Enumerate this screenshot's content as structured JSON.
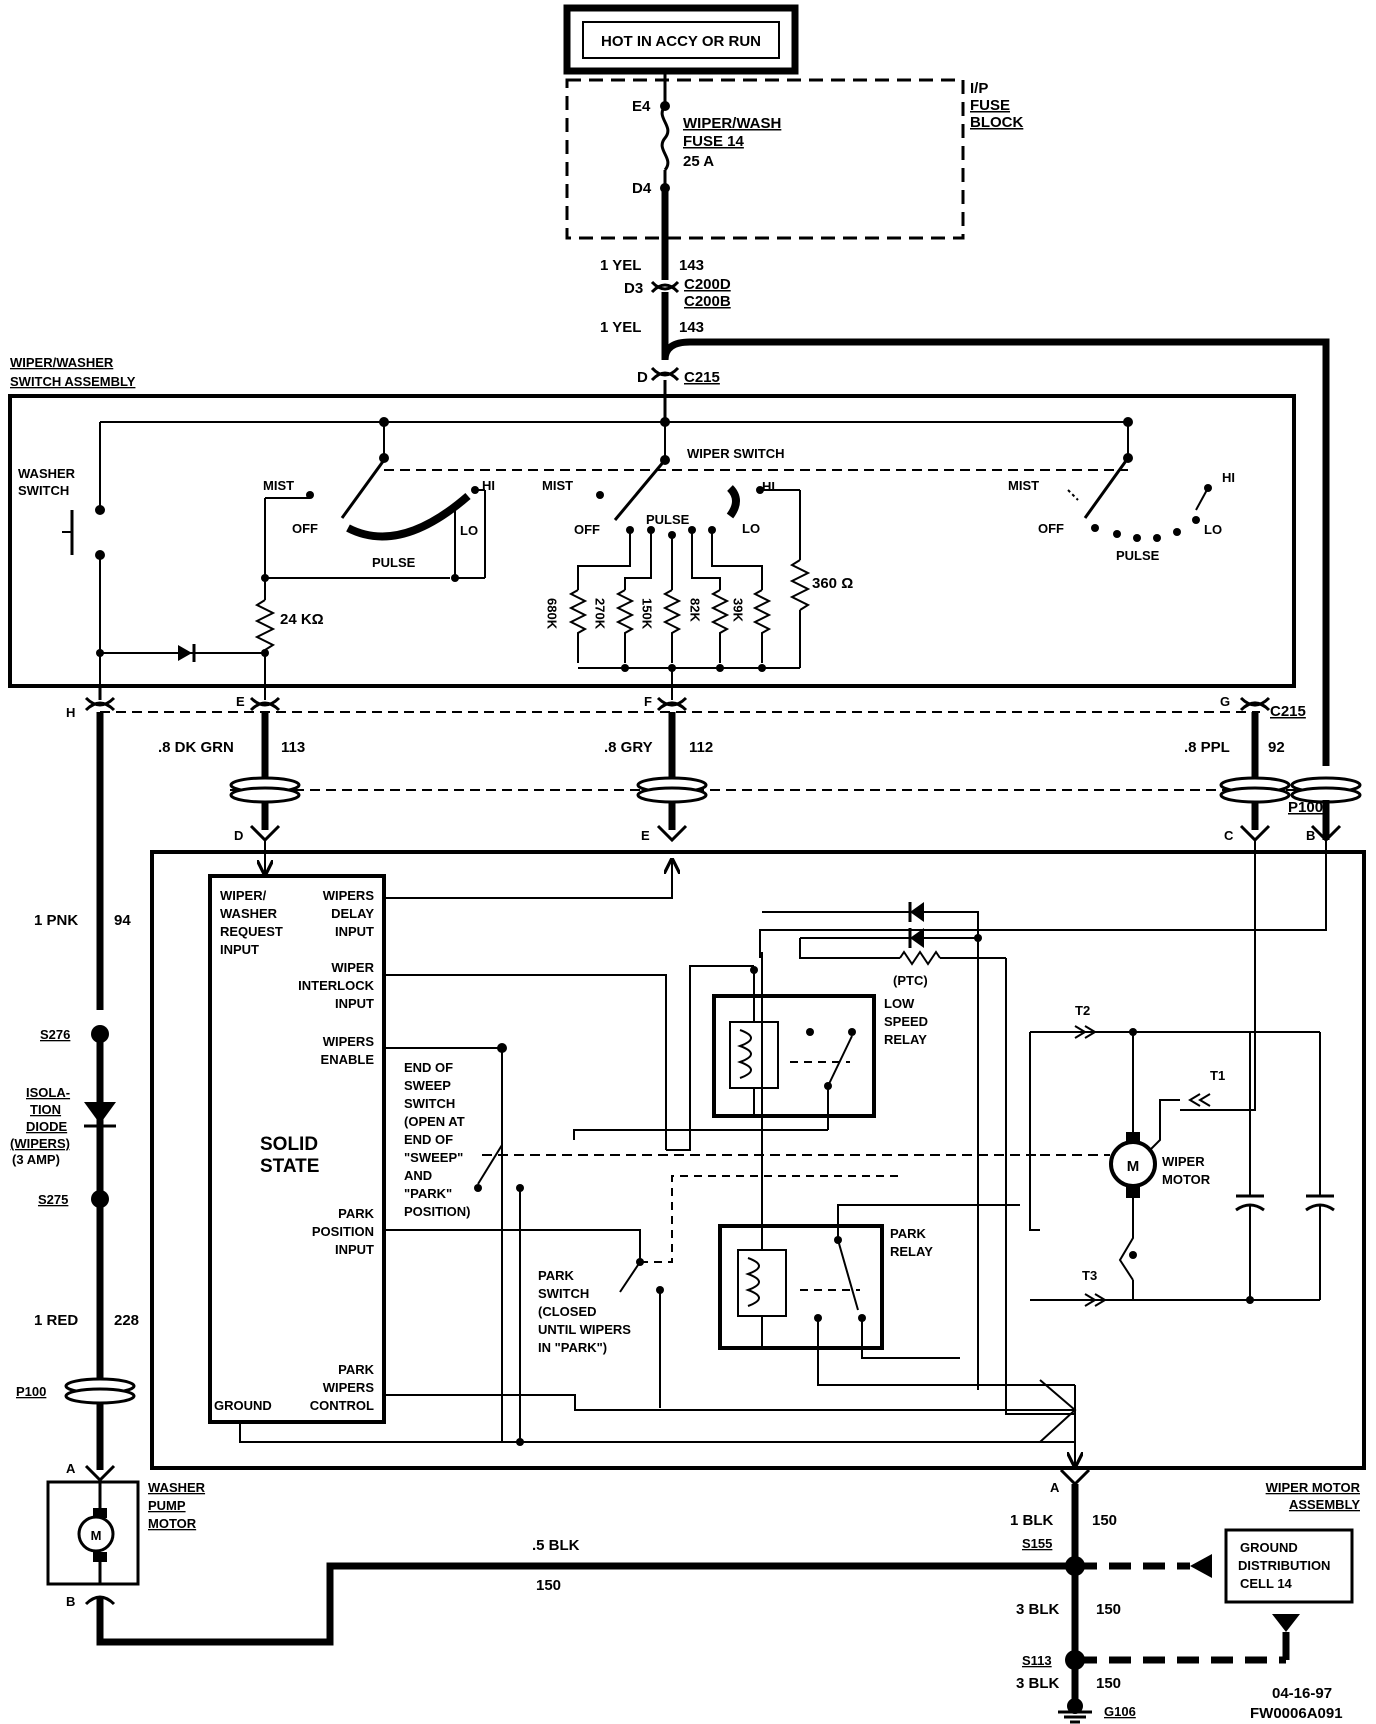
{
  "source": {
    "title": "HOT IN ACCY OR RUN"
  },
  "fuse_block": {
    "title": "I/P FUSE BLOCK",
    "terminal_in": "E4",
    "terminal_out": "D4",
    "fuse_line1": "WIPER/WASH",
    "fuse_line2": "FUSE 14",
    "fuse_rating": "25 A"
  },
  "feed": {
    "wire1": "1 YEL",
    "circuit1": "143",
    "connector_pin": "D3",
    "connector_a": "C200D",
    "connector_b": "C200B",
    "wire2": "1 YEL",
    "circuit2": "143"
  },
  "switch_assembly": {
    "title": "WIPER/WASHER SWITCH ASSEMBLY",
    "in_pin": "D",
    "in_connector": "C215",
    "washer_switch": "WASHER SWITCH",
    "wiper_switch": "WIPER SWITCH",
    "positions": {
      "mist": "MIST",
      "off": "OFF",
      "pulse": "PULSE",
      "lo": "LO",
      "hi": "HI"
    },
    "resistors": {
      "r24k": "24 KΩ",
      "r360": "360 Ω",
      "r680": "680K",
      "r270": "270K",
      "r150": "150K",
      "r82": "82K",
      "r39": "39K"
    }
  },
  "switch_outputs": [
    {
      "pin": "H",
      "wire": "1 PNK",
      "circuit": "94"
    },
    {
      "pin": "E",
      "wire": ".8 DK GRN",
      "circuit": "113",
      "motor_pin": "D"
    },
    {
      "pin": "F",
      "wire": ".8 GRY",
      "circuit": "112",
      "motor_pin": "E"
    },
    {
      "pin": "G",
      "wire": ".8 PPL",
      "circuit": "92",
      "motor_pin": "C",
      "connector": "C215"
    },
    {
      "motor_pin": "B",
      "connector": "P100"
    }
  ],
  "washer_circuit": {
    "splice1": "S276",
    "diode1": "ISOLA-",
    "diode2": "TION",
    "diode3": "DIODE",
    "diode4": "(WIPERS)",
    "diode5": "(3 AMP)",
    "splice2": "S275",
    "wire_red": "1 RED",
    "circuit_red": "228",
    "connector": "P100",
    "pump_pin_a": "A",
    "pump_pin_b": "B",
    "pump1": "WASHER",
    "pump2": "PUMP",
    "pump3": "MOTOR",
    "ground_wire": ".5 BLK",
    "ground_circuit": "150"
  },
  "motor_assembly": {
    "title1": "WIPER MOTOR",
    "title2": "ASSEMBLY",
    "solid_state1": "SOLID",
    "solid_state2": "STATE",
    "in_req1": "WIPER/",
    "in_req2": "WASHER",
    "in_req3": "REQUEST",
    "in_req4": "INPUT",
    "in_delay1": "WIPERS",
    "in_delay2": "DELAY",
    "in_delay3": "INPUT",
    "in_interlock1": "WIPER",
    "in_interlock2": "INTERLOCK",
    "in_interlock3": "INPUT",
    "in_enable1": "WIPERS",
    "in_enable2": "ENABLE",
    "in_park1": "PARK",
    "in_park2": "POSITION",
    "in_park3": "INPUT",
    "out_park1": "PARK",
    "out_park2": "WIPERS",
    "out_park3": "CONTROL",
    "ground": "GROUND",
    "eos": [
      "END OF",
      "SWEEP",
      "SWITCH",
      "(OPEN AT",
      "END OF",
      "\"SWEEP\"",
      "AND",
      "\"PARK\"",
      "POSITION)"
    ],
    "park_switch": [
      "PARK",
      "SWITCH",
      "(CLOSED",
      "UNTIL WIPERS",
      "IN \"PARK\")"
    ],
    "low_relay": [
      "LOW",
      "SPEED",
      "RELAY"
    ],
    "park_relay": [
      "PARK",
      "RELAY"
    ],
    "ptc": "(PTC)",
    "motor1": "WIPER",
    "motor2": "MOTOR",
    "t1": "T1",
    "t2": "T2",
    "t3": "T3"
  },
  "ground": {
    "pin": "A",
    "wire1": "1 BLK",
    "circuit1": "150",
    "splice1": "S155",
    "cell1": "GROUND",
    "cell2": "DISTRIBUTION",
    "cell3": "CELL  14",
    "wire2": "3 BLK",
    "circuit2": "150",
    "splice2": "S113",
    "wire3": "3 BLK",
    "circuit3": "150",
    "ground_point": "G106"
  },
  "footer": {
    "date": "04-16-97",
    "code": "FW0006A091"
  }
}
